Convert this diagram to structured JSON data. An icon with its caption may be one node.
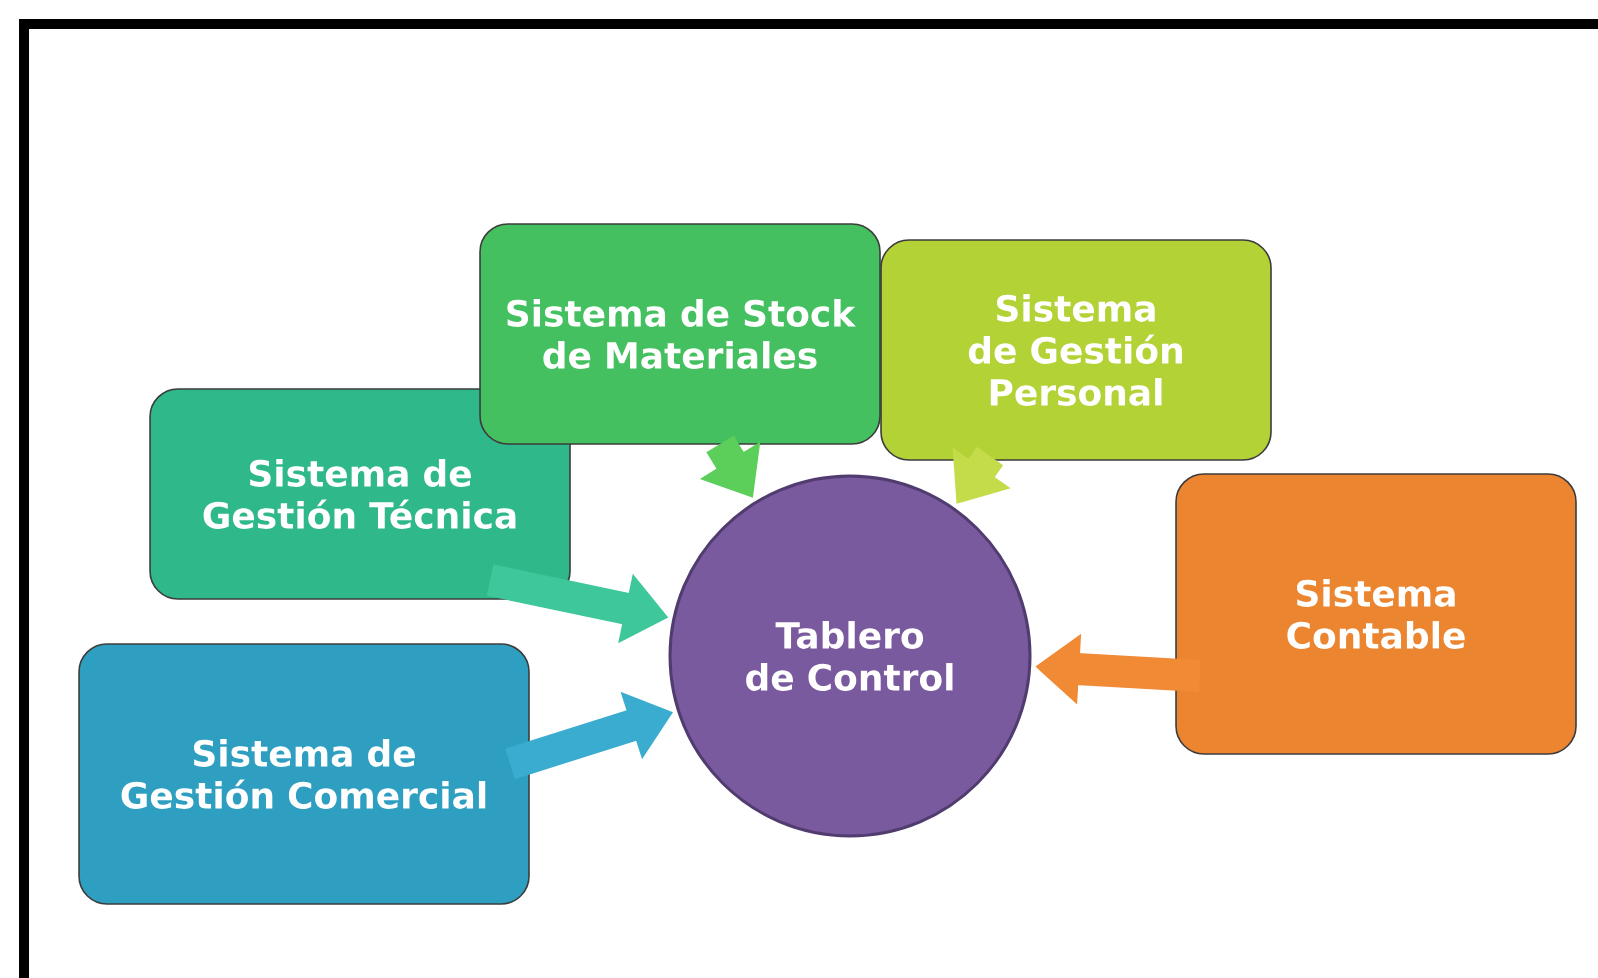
{
  "diagram": {
    "nodes": [
      {
        "text": [
          "Sistema de Gestión Técnica"
        ]
      },
      {
        "text": [
          "Sistema de Stock de Materiales"
        ]
      },
      {
        "text": [
          "Sistema de Gestión Personal"
        ]
      },
      {
        "text": [
          "Sistema Contable"
        ]
      },
      {
        "text": [
          "Sistema de Gestión Comercial"
        ]
      },
      {
        "text": [
          "Tablero de Control"
        ]
      }
    ],
    "edges": [
      {
        "from": 0,
        "to": 5,
        "arrow": "to",
        "color": "#3dc79a"
      },
      {
        "from": 1,
        "to": 5,
        "arrow": "to",
        "color": "#5ccf5a"
      },
      {
        "from": 2,
        "to": 5,
        "arrow": "to",
        "color": "#c4dc4a"
      },
      {
        "from": 3,
        "to": 5,
        "arrow": "to",
        "color": "#f08a35"
      },
      {
        "from": 4,
        "to": 5,
        "arrow": "to",
        "color": "#3aaccf"
      }
    ]
  }
}
